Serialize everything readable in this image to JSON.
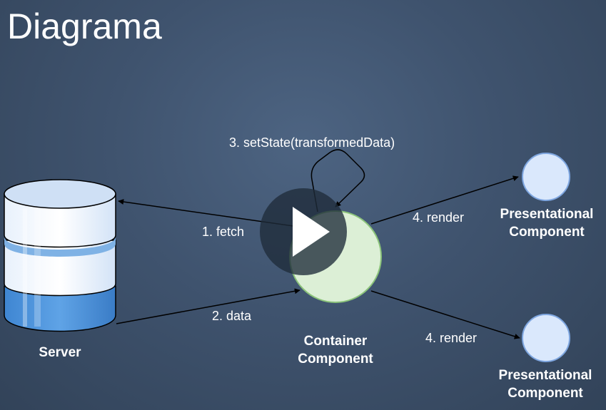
{
  "title": "Diagrama",
  "nodes": {
    "server": "Server",
    "container": [
      "Container",
      "Component"
    ],
    "presentational_top": [
      "Presentational",
      "Component"
    ],
    "presentational_bottom": [
      "Presentational",
      "Component"
    ]
  },
  "edges": {
    "fetch": "1. fetch",
    "data": "2. data",
    "set_state": "3. setState(transformedData)",
    "render_top": "4. render",
    "render_bottom": "4. render"
  },
  "colors": {
    "container_fill": "#dcefd6",
    "container_stroke": "#8bc37a",
    "presentational_fill": "#dae8fc",
    "presentational_stroke": "#7ea6e0",
    "server_light": "#dae8fc",
    "server_dark": "#4a8fd6"
  },
  "overlay": {
    "icon": "play-icon"
  }
}
